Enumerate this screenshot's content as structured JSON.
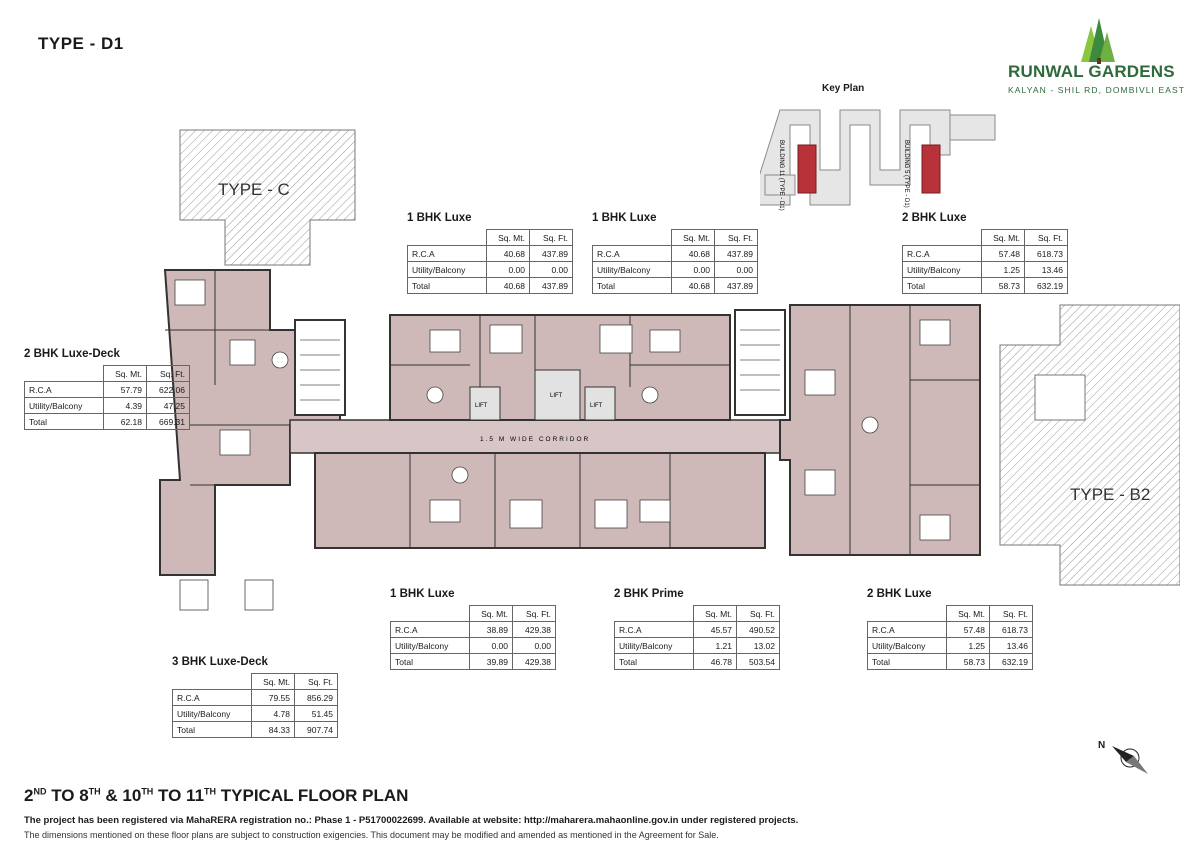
{
  "page": {
    "type_title": "TYPE - D1",
    "heading_prefix": "2",
    "heading_sup1": "ND",
    "heading_to1": " TO 8",
    "heading_sup2": "TH",
    "heading_amp": " & 10",
    "heading_sup3": "TH",
    "heading_to2": " TO 11",
    "heading_sup4": "TH",
    "heading_rest": " TYPICAL FLOOR PLAN",
    "note_registration": "The project has been registered via MahaRERA registration no.: Phase 1 - P51700022699. Available at website: http://maharera.mahaonline.gov.in  under registered projects.",
    "note_disclaimer": "The dimensions mentioned on these floor plans are subject to construction exigencies. This document may be modified and amended as mentioned in the Agreement for Sale."
  },
  "logo": {
    "name": "RUNWAL GARDENS",
    "tagline": "KALYAN - SHIL RD, DOMBIVLI EAST",
    "green": "#3d8a3f",
    "light_green": "#8cc63f"
  },
  "key_plan": {
    "label": "Key Plan",
    "building_left": "BUILDING 11 (TYPE - D1)",
    "building_right": "BUILDING 5 (TYPE - D1)",
    "highlight": "#b8323a"
  },
  "plan": {
    "type_c": "TYPE - C",
    "type_b2": "TYPE - B2",
    "corridor": "1.5 M WIDE CORRIDOR",
    "lift": "LIFT",
    "north": "N",
    "unit_fill": "#cfb8b8",
    "corridor_fill": "#d8c5c5"
  },
  "unit_tables": [
    {
      "id": "bhk1-luxe-top-a",
      "title": "1 BHK Luxe",
      "col1": "Sq. Mt.",
      "col2": "Sq. Ft.",
      "rows": [
        {
          "label": "R.C.A",
          "m": "40.68",
          "f": "437.89"
        },
        {
          "label": "Utility/Balcony",
          "m": "0.00",
          "f": "0.00"
        },
        {
          "label": "Total",
          "m": "40.68",
          "f": "437.89"
        }
      ]
    },
    {
      "id": "bhk1-luxe-top-b",
      "title": "1 BHK Luxe",
      "col1": "Sq. Mt.",
      "col2": "Sq. Ft.",
      "rows": [
        {
          "label": "R.C.A",
          "m": "40.68",
          "f": "437.89"
        },
        {
          "label": "Utility/Balcony",
          "m": "0.00",
          "f": "0.00"
        },
        {
          "label": "Total",
          "m": "40.68",
          "f": "437.89"
        }
      ]
    },
    {
      "id": "bhk2-luxe-top",
      "title": "2 BHK Luxe",
      "col1": "Sq. Mt.",
      "col2": "Sq. Ft.",
      "rows": [
        {
          "label": "R.C.A",
          "m": "57.48",
          "f": "618.73"
        },
        {
          "label": "Utility/Balcony",
          "m": "1.25",
          "f": "13.46"
        },
        {
          "label": "Total",
          "m": "58.73",
          "f": "632.19"
        }
      ]
    },
    {
      "id": "bhk2-luxe-deck",
      "title": "2 BHK Luxe-Deck",
      "col1": "Sq. Mt.",
      "col2": "Sq. Ft.",
      "rows": [
        {
          "label": "R.C.A",
          "m": "57.79",
          "f": "622.06"
        },
        {
          "label": "Utility/Balcony",
          "m": "4.39",
          "f": "47.25"
        },
        {
          "label": "Total",
          "m": "62.18",
          "f": "669.31"
        }
      ]
    },
    {
      "id": "bhk1-luxe-bottom",
      "title": "1 BHK Luxe",
      "col1": "Sq. Mt.",
      "col2": "Sq. Ft.",
      "rows": [
        {
          "label": "R.C.A",
          "m": "38.89",
          "f": "429.38"
        },
        {
          "label": "Utility/Balcony",
          "m": "0.00",
          "f": "0.00"
        },
        {
          "label": "Total",
          "m": "39.89",
          "f": "429.38"
        }
      ]
    },
    {
      "id": "bhk2-prime",
      "title": "2 BHK Prime",
      "col1": "Sq. Mt.",
      "col2": "Sq. Ft.",
      "rows": [
        {
          "label": "R.C.A",
          "m": "45.57",
          "f": "490.52"
        },
        {
          "label": "Utility/Balcony",
          "m": "1.21",
          "f": "13.02"
        },
        {
          "label": "Total",
          "m": "46.78",
          "f": "503.54"
        }
      ]
    },
    {
      "id": "bhk2-luxe-bottom",
      "title": "2 BHK Luxe",
      "col1": "Sq. Mt.",
      "col2": "Sq. Ft.",
      "rows": [
        {
          "label": "R.C.A",
          "m": "57.48",
          "f": "618.73"
        },
        {
          "label": "Utility/Balcony",
          "m": "1.25",
          "f": "13.46"
        },
        {
          "label": "Total",
          "m": "58.73",
          "f": "632.19"
        }
      ]
    },
    {
      "id": "bhk3-luxe-deck",
      "title": "3 BHK Luxe-Deck",
      "col1": "Sq. Mt.",
      "col2": "Sq. Ft.",
      "rows": [
        {
          "label": "R.C.A",
          "m": "79.55",
          "f": "856.29"
        },
        {
          "label": "Utility/Balcony",
          "m": "4.78",
          "f": "51.45"
        },
        {
          "label": "Total",
          "m": "84.33",
          "f": "907.74"
        }
      ]
    }
  ]
}
